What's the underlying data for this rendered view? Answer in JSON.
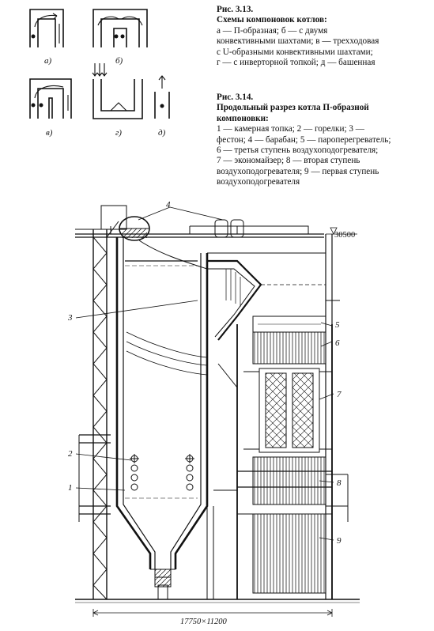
{
  "fig313": {
    "title": "Рис. 3.13.",
    "subtitle": "Схемы компоновок котлов:",
    "lines": [
      "а — П-образная; б — с двумя",
      "конвективными шахтами; в — трехходовая",
      "с U-образными конвективными шахтами;",
      "г — с инверторной топкой; д — башенная"
    ],
    "schemes": [
      "а)",
      "б)",
      "в)",
      "г)",
      "д)"
    ]
  },
  "fig314": {
    "title": "Рис. 3.14.",
    "subtitle_line1": "Продольный разрез котла П-образной",
    "subtitle_line2": "компоновки:",
    "lines": [
      "1 — камерная топка; 2 — горелки; 3 —",
      "фестон; 4 — барабан; 5 — пароперегреватель;",
      "6 — третья ступень воздухоподогревателя;",
      "7 — экономайзер; 8 — вторая ступень",
      "воздухоподогревателя; 9 — первая ступень",
      "воздухоподогревателя"
    ]
  },
  "drawing": {
    "callouts": [
      "1",
      "2",
      "3",
      "4",
      "5",
      "6",
      "7",
      "8",
      "9"
    ],
    "elevation": "30500",
    "dimension": "17750×11200"
  }
}
